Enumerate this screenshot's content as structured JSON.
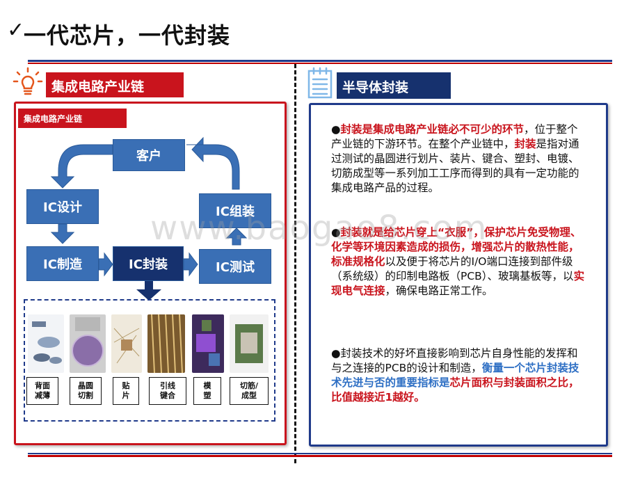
{
  "slide": {
    "check_mark": "✓",
    "title": "一代芯片，一代封装",
    "watermark": "www.baogao8.com"
  },
  "left": {
    "header": "集成电路产业链",
    "tag": "集成电路产业链",
    "flow": {
      "customer": "客户",
      "ic_design": "IC设计",
      "ic_assembly": "IC组装",
      "ic_manufacture": "IC制造",
      "ic_package": "IC封装",
      "ic_test": "IC测试"
    },
    "steps": [
      "背面\n减薄",
      "晶圆\n切割",
      "贴\n片",
      "引线\n键合",
      "模\n塑",
      "切筋/\n成型"
    ]
  },
  "right": {
    "header": "半导体封装",
    "p1": {
      "bullet": "●",
      "lead": "封装是集成电路产业链必不可少的环节",
      "a": "，位于整个产业链的下游环节。在整个产业链中，",
      "term": "封装",
      "b": "是指对通过测试的晶圆进行划片、装片、键合、塑封、电镀、切筋成型等一系列加工工序而得到的具有一定功能的集成电路产品的过程。"
    },
    "p2": {
      "bullet": "●",
      "lead": "封装就是给芯片穿上“衣服”，保护芯片免受物理、化学等环境因素造成的损伤，增强芯片的散热性能，标准规格化",
      "a": "以及便于将芯片的I/O端口连接到部件级（系统级）的印制电路板（PCB）、玻璃基板等，以",
      "emph": "实现电气连接",
      "b": "，确保电路正常工作。"
    },
    "p3": {
      "a": "●封装技术的好坏直接影响到芯片自身性能的发挥和与之连接的PCB的设计和制造，",
      "blue": "衡量一个芯片封装技术先进与否的重要指标是",
      "red": "芯片面积与封装面积之比，比值越接近1越好。"
    }
  },
  "colors": {
    "red": "#c9141d",
    "navy": "#16316e",
    "flow_blue": "#3a6fb5",
    "accent_blue": "#2e6fc4"
  }
}
